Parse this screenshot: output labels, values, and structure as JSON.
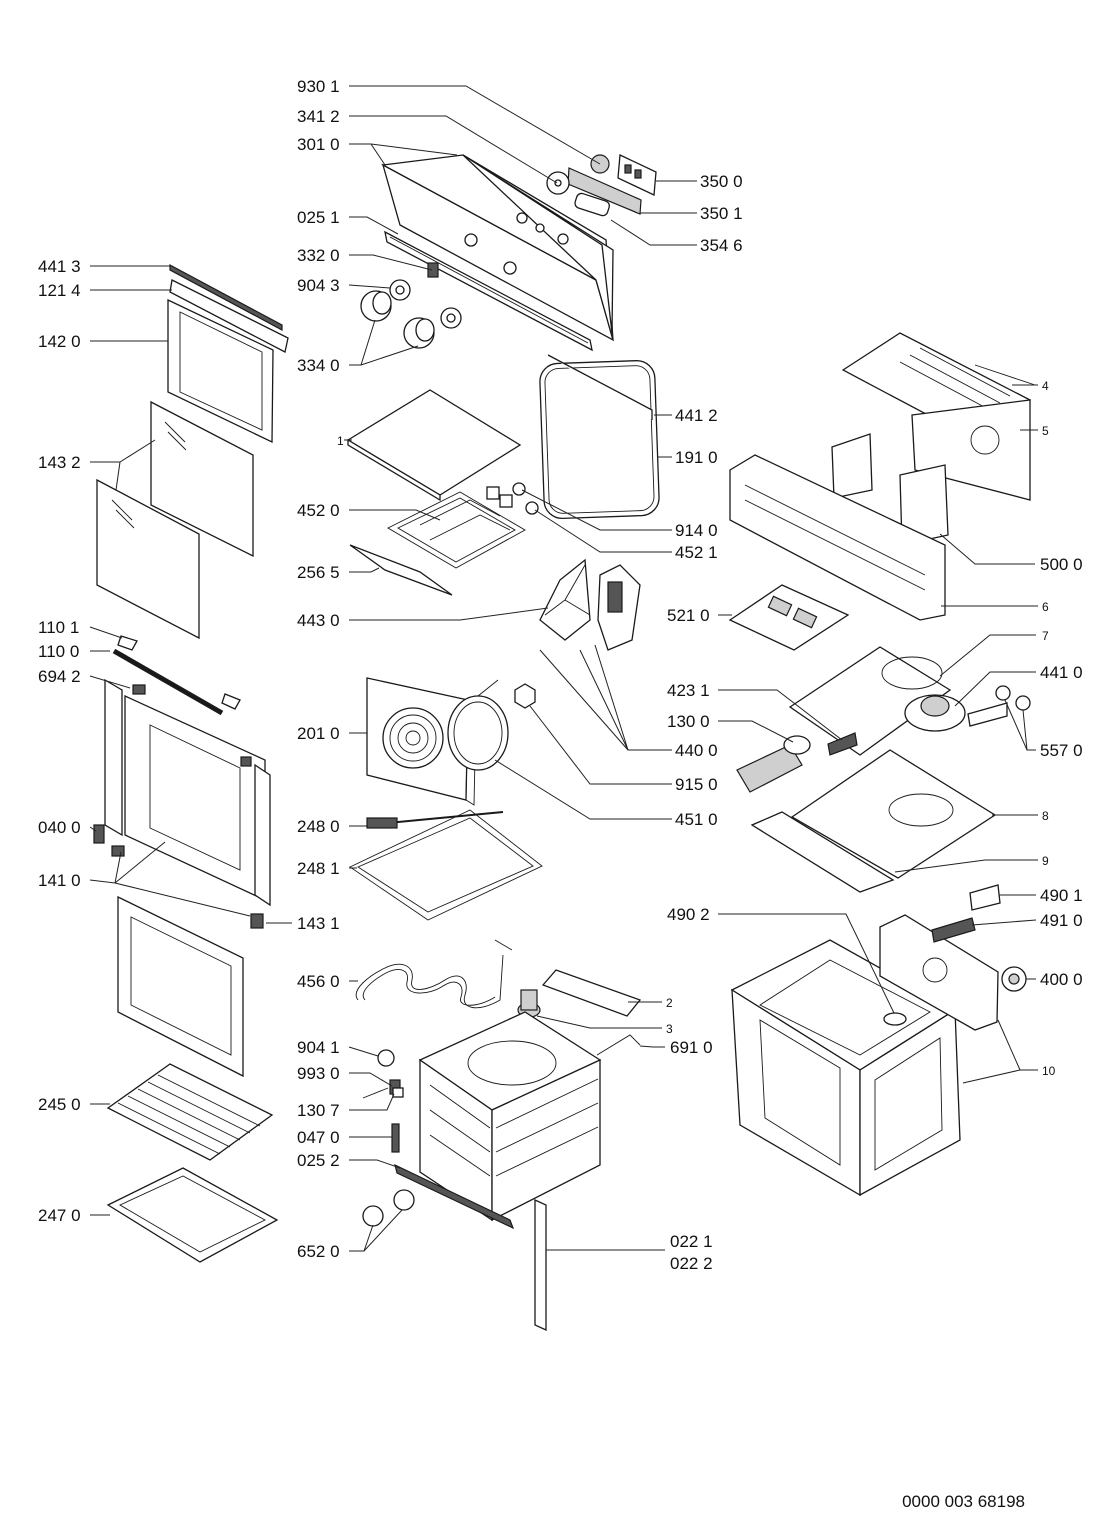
{
  "document_id": "0000 003 68198",
  "callouts": [
    {
      "id": "c-930-1",
      "text": "930 1"
    },
    {
      "id": "c-341-2",
      "text": "341 2"
    },
    {
      "id": "c-301-0",
      "text": "301 0"
    },
    {
      "id": "c-025-1",
      "text": "025 1"
    },
    {
      "id": "c-332-0",
      "text": "332 0"
    },
    {
      "id": "c-904-3",
      "text": "904 3"
    },
    {
      "id": "c-334-0",
      "text": "334 0"
    },
    {
      "id": "c-350-0",
      "text": "350 0"
    },
    {
      "id": "c-350-1",
      "text": "350 1"
    },
    {
      "id": "c-354-6",
      "text": "354 6"
    },
    {
      "id": "c-441-3",
      "text": "441 3"
    },
    {
      "id": "c-121-4",
      "text": "121 4"
    },
    {
      "id": "c-142-0",
      "text": "142 0"
    },
    {
      "id": "c-143-2",
      "text": "143 2"
    },
    {
      "id": "c-110-1",
      "text": "110 1"
    },
    {
      "id": "c-110-0",
      "text": "110 0"
    },
    {
      "id": "c-694-2",
      "text": "694 2"
    },
    {
      "id": "c-040-0",
      "text": "040 0"
    },
    {
      "id": "c-141-0",
      "text": "141 0"
    },
    {
      "id": "c-143-1",
      "text": "143 1"
    },
    {
      "id": "c-245-0",
      "text": "245 0"
    },
    {
      "id": "c-247-0",
      "text": "247 0"
    },
    {
      "id": "c-1",
      "text": "1"
    },
    {
      "id": "c-441-2",
      "text": "441 2"
    },
    {
      "id": "c-191-0",
      "text": "191 0"
    },
    {
      "id": "c-452-0",
      "text": "452 0"
    },
    {
      "id": "c-914-0",
      "text": "914 0"
    },
    {
      "id": "c-452-1",
      "text": "452 1"
    },
    {
      "id": "c-256-5",
      "text": "256 5"
    },
    {
      "id": "c-443-0",
      "text": "443 0"
    },
    {
      "id": "c-201-0",
      "text": "201 0"
    },
    {
      "id": "c-440-0",
      "text": "440 0"
    },
    {
      "id": "c-915-0",
      "text": "915 0"
    },
    {
      "id": "c-451-0",
      "text": "451 0"
    },
    {
      "id": "c-248-0",
      "text": "248 0"
    },
    {
      "id": "c-248-1",
      "text": "248 1"
    },
    {
      "id": "c-456-0",
      "text": "456 0"
    },
    {
      "id": "c-2",
      "text": "2"
    },
    {
      "id": "c-3",
      "text": "3"
    },
    {
      "id": "c-904-1",
      "text": "904 1"
    },
    {
      "id": "c-993-0",
      "text": "993 0"
    },
    {
      "id": "c-130-7",
      "text": "130 7"
    },
    {
      "id": "c-047-0",
      "text": "047 0"
    },
    {
      "id": "c-025-2",
      "text": "025 2"
    },
    {
      "id": "c-691-0",
      "text": "691 0"
    },
    {
      "id": "c-652-0",
      "text": "652 0"
    },
    {
      "id": "c-022-1",
      "text": "022 1"
    },
    {
      "id": "c-022-2",
      "text": "022 2"
    },
    {
      "id": "c-4",
      "text": "4"
    },
    {
      "id": "c-5",
      "text": "5"
    },
    {
      "id": "c-500-0",
      "text": "500 0"
    },
    {
      "id": "c-6",
      "text": "6"
    },
    {
      "id": "c-521-0",
      "text": "521 0"
    },
    {
      "id": "c-7",
      "text": "7"
    },
    {
      "id": "c-441-0",
      "text": "441 0"
    },
    {
      "id": "c-423-1",
      "text": "423 1"
    },
    {
      "id": "c-130-0",
      "text": "130 0"
    },
    {
      "id": "c-557-0",
      "text": "557 0"
    },
    {
      "id": "c-8",
      "text": "8"
    },
    {
      "id": "c-9",
      "text": "9"
    },
    {
      "id": "c-490-1",
      "text": "490 1"
    },
    {
      "id": "c-490-2",
      "text": "490 2"
    },
    {
      "id": "c-491-0",
      "text": "491 0"
    },
    {
      "id": "c-400-0",
      "text": "400 0"
    },
    {
      "id": "c-10",
      "text": "10"
    }
  ]
}
